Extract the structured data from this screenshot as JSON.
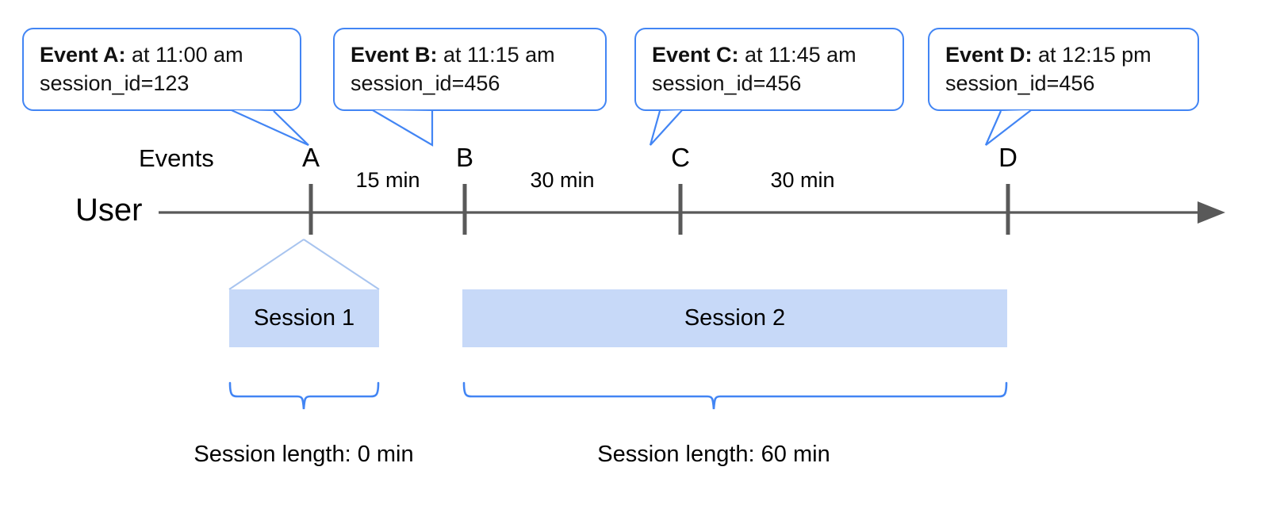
{
  "diagram": {
    "title_row_label": "Events",
    "actor_label": "User",
    "axis_color": "#595959",
    "accent_color": "#4285f4",
    "session_fill_color": "#c7d9f8"
  },
  "callouts": [
    {
      "id": "A",
      "name": "Event A:",
      "time": " at 11:00 am",
      "session_field": "session_id=123"
    },
    {
      "id": "B",
      "name": "Event B:",
      "time": " at 11:15 am",
      "session_field": "session_id=456"
    },
    {
      "id": "C",
      "name": "Event C:",
      "time": " at 11:45 am",
      "session_field": "session_id=456"
    },
    {
      "id": "D",
      "name": "Event D:",
      "time": " at 12:15 pm",
      "session_field": "session_id=456"
    }
  ],
  "events": [
    {
      "letter": "A"
    },
    {
      "letter": "B"
    },
    {
      "letter": "C"
    },
    {
      "letter": "D"
    }
  ],
  "gaps": [
    {
      "label": "15 min"
    },
    {
      "label": "30 min"
    },
    {
      "label": "30 min"
    }
  ],
  "sessions": [
    {
      "label": "Session 1",
      "length_caption": "Session length: 0 min"
    },
    {
      "label": "Session 2",
      "length_caption": "Session length: 60 min"
    }
  ]
}
